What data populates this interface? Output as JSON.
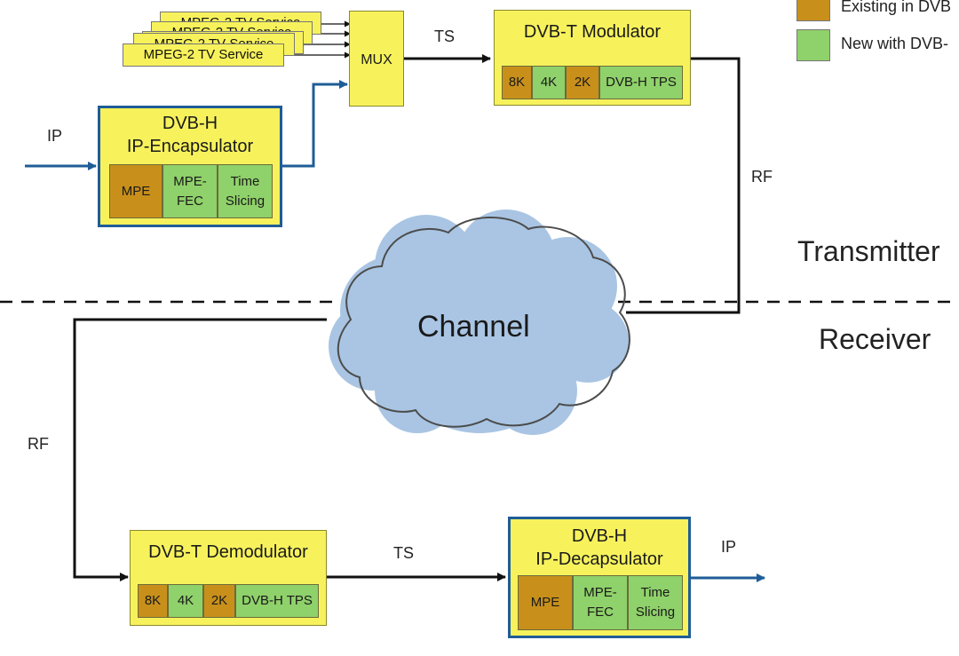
{
  "legend": {
    "existing_label": "Existing in DVB",
    "new_label": "New with DVB-",
    "existing_color": "#c8901b",
    "new_color": "#8fd16a"
  },
  "services": {
    "stack_label": "MPEG-2 TV Service",
    "partial_label": "MPEG-2 TV Service"
  },
  "mux": {
    "label": "MUX"
  },
  "modulator": {
    "title": "DVB-T Modulator",
    "cells": [
      "8K",
      "4K",
      "2K",
      "DVB-H TPS"
    ]
  },
  "encapsulator": {
    "title_line1": "DVB-H",
    "title_line2": "IP-Encapsulator",
    "cells": [
      "MPE",
      "MPE-\nFEC",
      "Time\nSlicing"
    ]
  },
  "demodulator": {
    "title": "DVB-T Demodulator",
    "cells": [
      "8K",
      "4K",
      "2K",
      "DVB-H TPS"
    ]
  },
  "decapsulator": {
    "title_line1": "DVB-H",
    "title_line2": "IP-Decapsulator",
    "cells": [
      "MPE",
      "MPE-\nFEC",
      "Time\nSlicing"
    ]
  },
  "labels": {
    "ip_in": "IP",
    "ts_top": "TS",
    "rf_right": "RF",
    "rf_left": "RF",
    "ts_bottom": "TS",
    "ip_out": "IP",
    "transmitter": "Transmitter",
    "receiver": "Receiver",
    "channel": "Channel"
  },
  "colors": {
    "box_fill": "#f7f25c",
    "accent_blue": "#1f5d97",
    "cloud_fill": "#a9c5e3"
  }
}
